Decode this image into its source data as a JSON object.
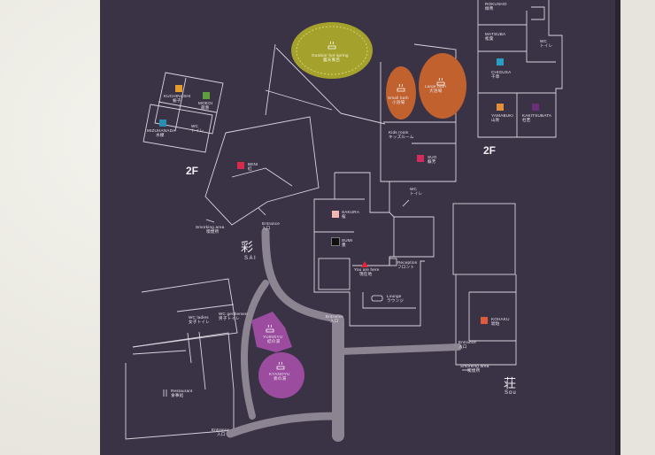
{
  "colors": {
    "board": "#3a3245",
    "line": "#d9d4df",
    "path": "#8c8490",
    "outdoor_bath": "#a4a22c",
    "baths": "#c1612e",
    "private_baths": "#9b4c9e",
    "kuchinashi": "#e59b2d",
    "moegi": "#5e9e3e",
    "beni": "#d62a4e",
    "sakura": "#f2b6b2",
    "sumi": "#101010",
    "suo": "#d42b5f",
    "chigusa": "#2a9dc2",
    "yamabuki": "#e58e3a",
    "kakitsubata": "#6c2e78",
    "kohaku": "#dd5a3b"
  },
  "floors": {
    "left": "2F",
    "right": "2F"
  },
  "buildings": {
    "sai": {
      "kanji": "彩",
      "roman": "SAI"
    },
    "sou": {
      "kanji": "荘",
      "roman": "Sou"
    }
  },
  "rooms": {
    "kuchinashi": {
      "en": "KUCHINASHI",
      "jp": "梔子"
    },
    "moegi": {
      "en": "MOEGI",
      "jp": "萌葱"
    },
    "mizuhanada": {
      "en": "MIZUHANADA",
      "jp": "水縹"
    },
    "beni": {
      "en": "BENI",
      "jp": "紅"
    },
    "sakura": {
      "en": "SAKURA",
      "jp": "桜"
    },
    "sumi": {
      "en": "SUMI",
      "jp": "墨"
    },
    "suo": {
      "en": "SUO",
      "jp": "蘇芳"
    },
    "rokusho": {
      "en": "ROKUSHO",
      "jp": "緑青"
    },
    "matsuba": {
      "en": "MATSUBA",
      "jp": "松葉"
    },
    "chigusa": {
      "en": "CHIGUSA",
      "jp": "千草"
    },
    "yamabuki": {
      "en": "YAMABUKI",
      "jp": "山吹"
    },
    "kakitsubata": {
      "en": "KAKITSUBATA",
      "jp": "杜若"
    },
    "kohaku": {
      "en": "KOHAKU",
      "jp": "琥珀"
    }
  },
  "facilities": {
    "outdoor_spring": {
      "en": "Outdoor hot spring",
      "jp": "露天風呂"
    },
    "small_bath": {
      "en": "Small bath",
      "jp": "小浴場"
    },
    "large_bath": {
      "en": "Large bath",
      "jp": "大浴場"
    },
    "kids_room": {
      "en": "Kids room",
      "jp": "キッズルーム"
    },
    "wc_sai_room": {
      "en": "WC",
      "jp": "トイレ"
    },
    "wc_top_right": {
      "en": "WC",
      "jp": "トイレ"
    },
    "wc_middle": {
      "en": "WC",
      "jp": "トイレ"
    },
    "smoking_left": {
      "en": "Smorking area",
      "jp": "喫煙所"
    },
    "smoking_right": {
      "en": "Smorking area",
      "jp": "喫煙所"
    },
    "you_are_here": {
      "en": "You are here",
      "jp": "現在地"
    },
    "reception": {
      "en": "Reception",
      "jp": "フロント"
    },
    "lounge": {
      "en": "Lounge",
      "jp": "ラウンジ"
    },
    "wc_ladies": {
      "en": "WC ladies",
      "jp": "女子トイレ"
    },
    "wc_gentlemen": {
      "en": "WC gentlemen",
      "jp": "男子トイレ"
    },
    "restaurant": {
      "en": "Restaurant",
      "jp": "食事処"
    },
    "yuingyu": {
      "en": "YUINGYU",
      "jp": "結の湯"
    },
    "kyanoyu": {
      "en": "KYANOYU",
      "jp": "奏の湯"
    }
  },
  "entrances": {
    "sai": {
      "en": "Entrance",
      "jp": "入口"
    },
    "center": {
      "en": "Entrance",
      "jp": "入口"
    },
    "sou": {
      "en": "Entrance",
      "jp": "入口"
    },
    "bottom": {
      "en": "Entrance",
      "jp": "入口"
    }
  }
}
